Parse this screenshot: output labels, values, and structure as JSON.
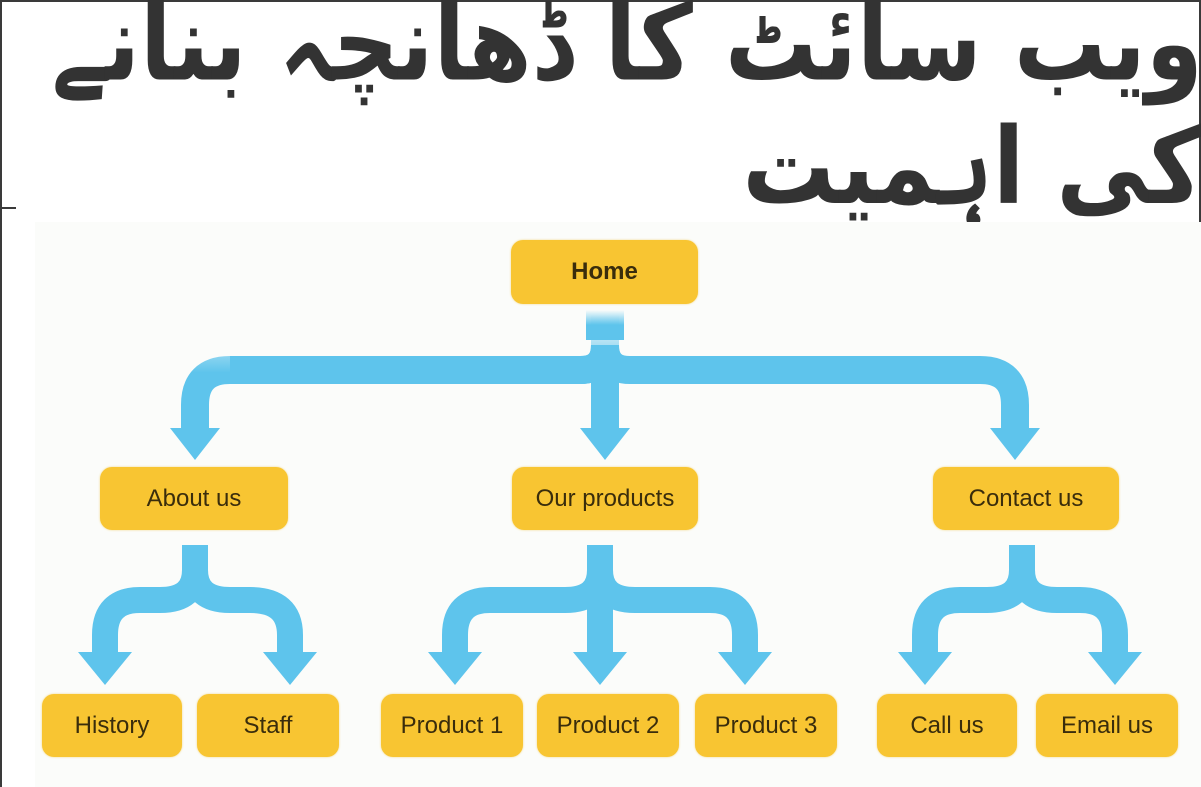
{
  "title": "ویب سائٹ کا ڈھانچہ بنانے کی اہمیت",
  "colors": {
    "node_fill": "#f8c532",
    "arrow": "#5ec4ec",
    "text": "#3a2d0c",
    "title_text": "#333333",
    "border": "#3a3a3a"
  },
  "diagram": {
    "root": {
      "label": "Home"
    },
    "sections": [
      {
        "label": "About us",
        "children": [
          {
            "label": "History"
          },
          {
            "label": "Staff"
          }
        ]
      },
      {
        "label": "Our products",
        "children": [
          {
            "label": "Product 1"
          },
          {
            "label": "Product 2"
          },
          {
            "label": "Product 3"
          }
        ]
      },
      {
        "label": "Contact us",
        "children": [
          {
            "label": "Call us"
          },
          {
            "label": "Email us"
          }
        ]
      }
    ]
  }
}
